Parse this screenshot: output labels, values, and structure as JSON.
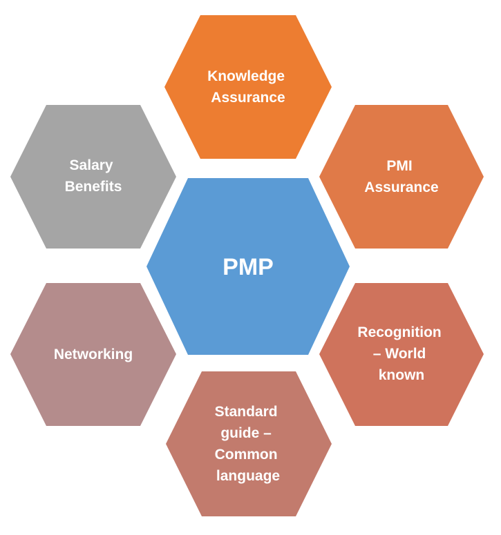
{
  "diagram": {
    "center": {
      "label": "PMP",
      "color": "#5b9bd5"
    },
    "nodes": [
      {
        "lines": [
          "Knowledge",
          "Assurance"
        ],
        "color": "#ed7d31"
      },
      {
        "lines": [
          "PMI",
          "Assurance"
        ],
        "color": "#e07a48"
      },
      {
        "lines": [
          "Recognition",
          "– World",
          "known"
        ],
        "color": "#cf735c"
      },
      {
        "lines": [
          "Standard",
          "guide –",
          "Common",
          "language"
        ],
        "color": "#c27b6d"
      },
      {
        "lines": [
          "Networking"
        ],
        "color": "#b48c8c"
      },
      {
        "lines": [
          "Salary",
          "Benefits"
        ],
        "color": "#a5a5a5"
      }
    ]
  }
}
